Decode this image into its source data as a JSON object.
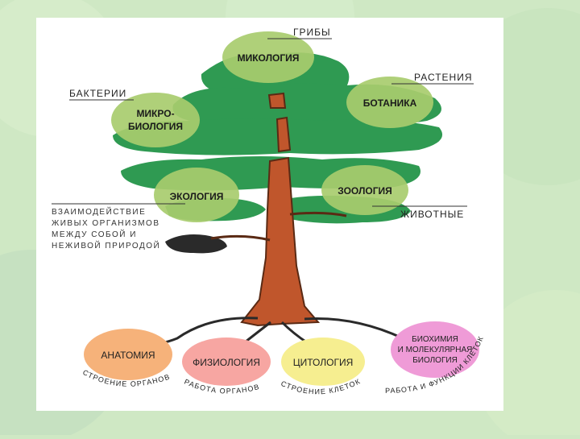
{
  "slide": {
    "branches": {
      "mycology": {
        "label": "МИКОЛОГИЯ",
        "tag": "ГРИБЫ"
      },
      "botany": {
        "label": "БОТАНИКА",
        "tag": "РАСТЕНИЯ"
      },
      "microbiology": {
        "line1": "МИКРО-",
        "line2": "БИОЛОГИЯ",
        "tag": "БАКТЕРИИ"
      },
      "ecology": {
        "label": "ЭКОЛОГИЯ",
        "note": [
          "ВЗАИМОДЕЙСТВИЕ",
          "ЖИВЫХ ОРГАНИЗМОВ",
          "МЕЖДУ  СОБОЙ  И",
          "НЕЖИВОЙ ПРИРОДОЙ"
        ]
      },
      "zoology": {
        "label": "ЗООЛОГИЯ",
        "tag": "ЖИВОТНЫЕ"
      }
    },
    "roots": {
      "anatomy": {
        "label": "АНАТОМИЯ",
        "caption": "СТРОЕНИЕ ОРГАНОВ"
      },
      "physiology": {
        "label": "ФИЗИОЛОГИЯ",
        "caption": "РАБОТА ОРГАНОВ"
      },
      "cytology": {
        "label": "ЦИТОЛОГИЯ",
        "caption": "СТРОЕНИЕ КЛЕТОК"
      },
      "biochemistry": {
        "line1": "БИОХИМИЯ",
        "line2": "И МОЛЕКУЛЯРНАЯ",
        "line3": "БИОЛОГИЯ",
        "caption": "РАБОТА И ФУНКЦИИ КЛЕТОК"
      }
    },
    "colors": {
      "background": "#cfe8c4",
      "foliage": "#2f9a52",
      "branch_circle": "#a8cc6e",
      "trunk": "#c0562c",
      "anatomy": "#f6b27a",
      "physiology": "#f7a6a2",
      "cytology": "#f6ee90",
      "biochemistry": "#ef9bd7"
    }
  }
}
